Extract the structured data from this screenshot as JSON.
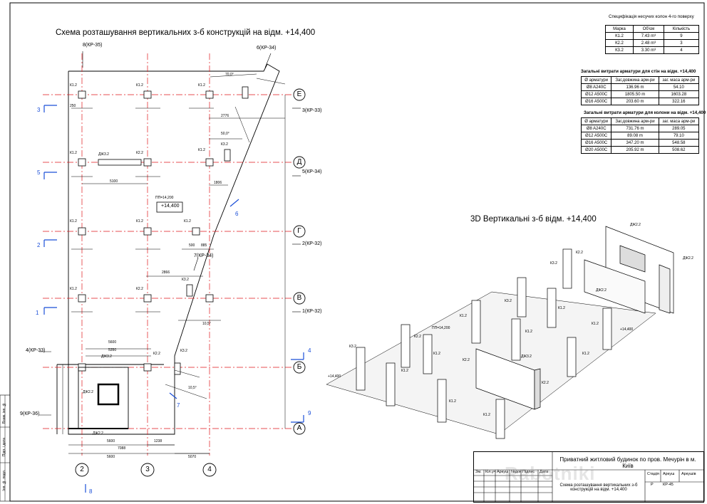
{
  "plan": {
    "title": "Схема розташування вертикальних з-б конструкцій на відм. +14,400",
    "axes_x": [
      "2",
      "3",
      "4"
    ],
    "axes_y": [
      "Е",
      "Д",
      "Г",
      "В",
      "Б",
      "А"
    ],
    "section_marks": [
      "3",
      "5",
      "2",
      "1",
      "4",
      "9",
      "6",
      "7",
      "8"
    ],
    "section_refs": [
      "3(КР-33)",
      "5(КР-34)",
      "2(КР-32)",
      "1(КР-32)",
      "4(КР-33)",
      "9(КР-36)",
      "8(КР-35)",
      "6(КР-34)",
      "7(КР-34)"
    ],
    "level_box": "+14,400",
    "level_note": "ПП=14,200",
    "labels": [
      "К1.2",
      "К2.2",
      "К3.2",
      "ДЖ2.2",
      "ДЖ3.2"
    ],
    "dims": {
      "d5100": "5100",
      "d5600": "5600",
      "d5350": "5350",
      "d7088": "7088",
      "d1238": "1238",
      "d5070": "5070",
      "d2776": "2776",
      "d2866": "2866",
      "d1806": "1806",
      "d250": "250",
      "d500": "500",
      "d885": "885",
      "a700": "70,0°",
      "a500": "50,0°",
      "a105": "10,5°",
      "d5600b": "5600"
    }
  },
  "spec_table": {
    "caption": "Специфікація несучих колон 4-го поверху",
    "headers": [
      "Марка",
      "Об'єм",
      "Кількість"
    ],
    "rows": [
      [
        "К1.2",
        "7.43 m³",
        "9"
      ],
      [
        "К2.2",
        "2.48 m³",
        "3"
      ],
      [
        "К3.2",
        "3.30 m³",
        "4"
      ]
    ]
  },
  "wall_rebar": {
    "caption": "Загальні витрати арматури для стін на відм. +14,400",
    "headers": [
      "Ø арматури",
      "Заг.довжина арм-ри",
      "заг. маса арм-ри"
    ],
    "rows": [
      [
        "Ø8 A240C",
        "136.96 m",
        "54.10"
      ],
      [
        "Ø12 A500C",
        "1805.50 m",
        "1603.28"
      ],
      [
        "Ø16 A500C",
        "203.60 m",
        "322.16"
      ]
    ]
  },
  "column_rebar": {
    "caption": "Загальні витрати арматури для колони на відм. +14,400",
    "headers": [
      "Ø арматури",
      "Заг.довжина арм-ри",
      "заг. маса арм-ри"
    ],
    "rows": [
      [
        "Ø8 A240C",
        "731.76 m",
        "289.05"
      ],
      [
        "Ø12 A500C",
        "89.08 m",
        "79.10"
      ],
      [
        "Ø16 A500C",
        "347.20 m",
        "548.58"
      ],
      [
        "Ø20 A500C",
        "205.92 m",
        "508.62"
      ]
    ]
  },
  "view3d": {
    "title": "3D  Вертикальні з-б відм. +14,400",
    "level_note": "ПП=14,200",
    "level": "+14,400",
    "labels": [
      "ДЖ2.2",
      "К3.2",
      "К2.2",
      "К1.2",
      "ДЖ3.2"
    ]
  },
  "stamp": {
    "project": "Приватний житловий будинок по пров. Мечурін в м. Київ",
    "sheet_desc": "Схема розташування вертикальних з-б конструкцій на відм. +14,400",
    "headers": [
      "Зм.",
      "Кіл.уч",
      "Аркуш",
      "№док",
      "Підпис",
      "Дата"
    ],
    "stage_h": "Стадія",
    "sheet_h": "Аркуш",
    "sheets_h": "Аркушів",
    "stage": "Р",
    "sheet": "КР-45"
  },
  "side_labels": [
    "Взам. інв. №",
    "Підп. і дата",
    "Інв. № подл."
  ],
  "watermark": "Rabotniki",
  "colors": {
    "axis": "#e0161b",
    "marker": "#1b4fd8",
    "line": "#000000"
  }
}
